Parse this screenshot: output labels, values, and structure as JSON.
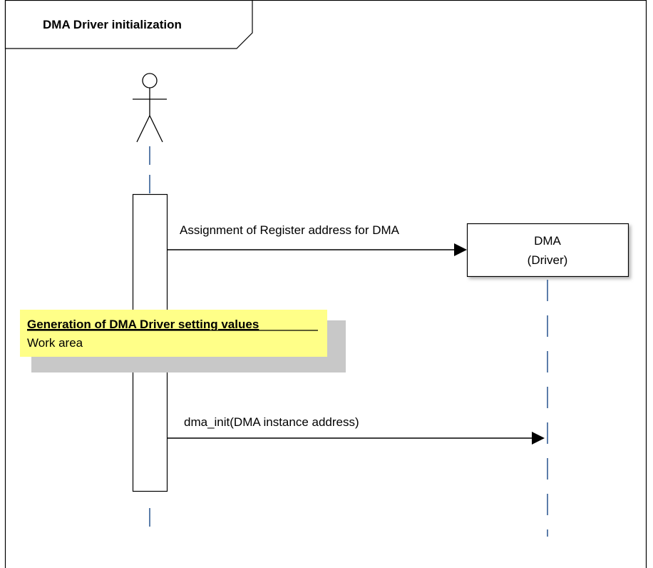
{
  "frame": {
    "title": "DMA Driver initialization"
  },
  "lifelines": {
    "actor": {
      "label": ""
    },
    "dma": {
      "line1": "DMA",
      "line2": "(Driver)"
    }
  },
  "messages": [
    {
      "label": "Assignment of Register address for DMA"
    },
    {
      "label": "dma_init(DMA instance address)"
    }
  ],
  "note": {
    "title": "Generation of DMA Driver setting values",
    "body": "Work area"
  },
  "colors": {
    "lifeline": "#4a6fa0",
    "note_fill": "#ffff88",
    "note_shadow": "#c8c8c8",
    "frame_stroke": "#000000"
  }
}
